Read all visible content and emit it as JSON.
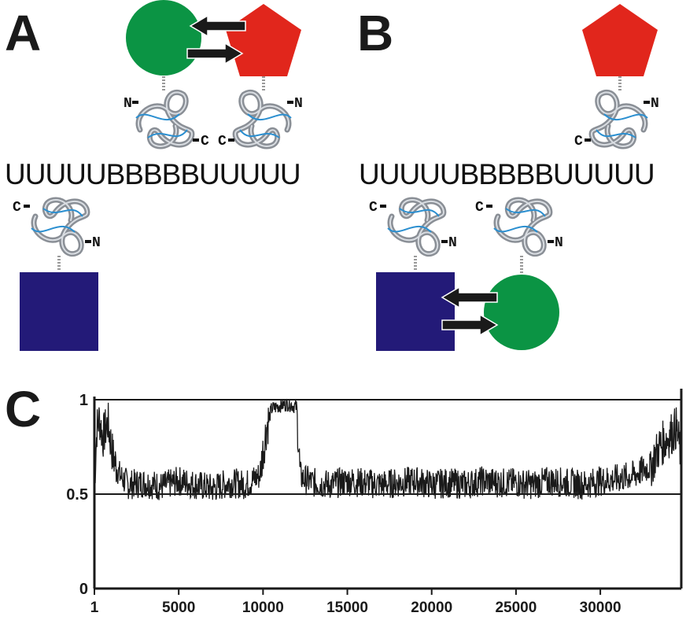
{
  "panels": {
    "a": {
      "letter": "A",
      "sequence": "UUUUUBBBBBUUUUU"
    },
    "b": {
      "letter": "B",
      "sequence": "UUUUUBBBBBUUUUU"
    },
    "c": {
      "letter": "C"
    }
  },
  "protein_labels": {
    "n_terminus": "N",
    "c_terminus": "C"
  },
  "icons": {
    "circle": "green-circle-icon",
    "pentagon": "red-pentagon-icon",
    "square": "navy-square-icon",
    "arrow": "black-arrow-icon",
    "protein": "protein-ribbon-icon"
  },
  "colors": {
    "green": "#0b9444",
    "red": "#e1261c",
    "navy": "#231a78",
    "arrow": "#1a1a1a",
    "ribbon": "#8a8f96",
    "ribbon_accent": "#2b8fd0",
    "line": "#1a1a1a"
  },
  "chart_data": {
    "type": "line",
    "title": "",
    "xlabel": "",
    "ylabel": "",
    "xlim": [
      1,
      34800
    ],
    "ylim": [
      0,
      1
    ],
    "x_ticks": [
      "1",
      "5000",
      "10000",
      "15000",
      "20000",
      "25000",
      "30000"
    ],
    "y_ticks": [
      "0",
      "0.5",
      "1"
    ],
    "reference_lines": [
      0.5,
      1
    ],
    "grid": false,
    "legend": "none",
    "series": [
      {
        "x": [
          1,
          150,
          300,
          500,
          800,
          1100,
          1500,
          2000,
          3000,
          4000,
          5000,
          6000,
          7000,
          8000,
          9000,
          9800,
          10200,
          10500,
          11000,
          11500,
          12000,
          12200,
          12400,
          13000,
          14000,
          15000,
          16000,
          17000,
          18000,
          19000,
          20000,
          21000,
          22000,
          23000,
          24000,
          25000,
          26000,
          27000,
          28000,
          29000,
          30000,
          31000,
          32000,
          33000,
          33500,
          34000,
          34500,
          34800
        ],
        "y": [
          0.55,
          0.85,
          0.9,
          0.8,
          0.88,
          0.7,
          0.6,
          0.55,
          0.56,
          0.54,
          0.57,
          0.55,
          0.53,
          0.56,
          0.55,
          0.6,
          0.85,
          0.95,
          0.97,
          0.98,
          0.96,
          0.6,
          0.58,
          0.56,
          0.55,
          0.57,
          0.56,
          0.55,
          0.56,
          0.57,
          0.55,
          0.56,
          0.55,
          0.57,
          0.56,
          0.56,
          0.55,
          0.57,
          0.56,
          0.55,
          0.57,
          0.58,
          0.6,
          0.65,
          0.75,
          0.8,
          0.85,
          0.7
        ]
      }
    ]
  }
}
